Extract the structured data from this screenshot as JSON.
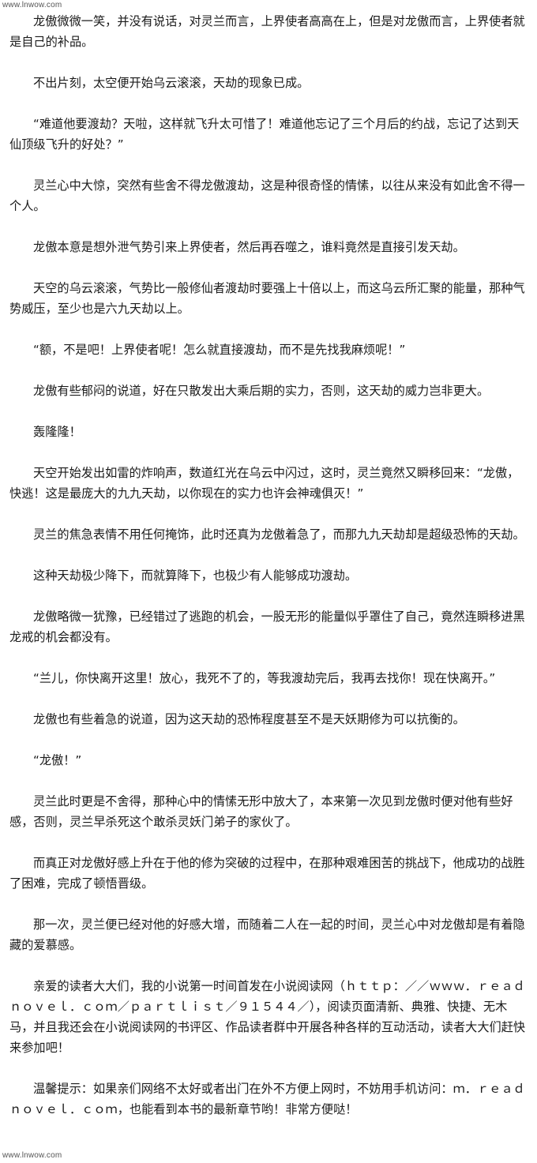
{
  "watermark": {
    "top": "www.lnwow.com",
    "bottom": "www.lnwow.com"
  },
  "paragraphs": [
    "龙傲微微一笑，并没有说话，对灵兰而言，上界使者高高在上，但是对龙傲而言，上界使者就是自己的补品。",
    "不出片刻，太空便开始乌云滚滚，天劫的现象已成。",
    "“难道他要渡劫？天啦，这样就飞升太可惜了！难道他忘记了三个月后的约战，忘记了达到天仙顶级飞升的好处？”",
    "灵兰心中大惊，突然有些舍不得龙傲渡劫，这是种很奇怪的情愫，以往从来没有如此舍不得一个人。",
    "龙傲本意是想外泄气势引来上界使者，然后再吞噬之，谁料竟然是直接引发天劫。",
    "天空的乌云滚滚，气势比一般修仙者渡劫时要强上十倍以上，而这乌云所汇聚的能量，那种气势威压，至少也是六九天劫以上。",
    "“额，不是吧！上界使者呢！怎么就直接渡劫，而不是先找我麻烦呢！”",
    "龙傲有些郁闷的说道，好在只散发出大乘后期的实力，否则，这天劫的威力岂非更大。",
    "轰隆隆！",
    "天空开始发出如雷的炸响声，数道红光在乌云中闪过，这时，灵兰竟然又瞬移回来：“龙傲，快逃！这是最庞大的九九天劫，以你现在的实力也许会神魂俱灭！”",
    "灵兰的焦急表情不用任何掩饰，此时还真为龙傲着急了，而那九九天劫却是超级恐怖的天劫。",
    "这种天劫极少降下，而就算降下，也极少有人能够成功渡劫。",
    "龙傲略微一犹豫，已经错过了逃跑的机会，一股无形的能量似乎罩住了自己，竟然连瞬移进黑龙戒的机会都没有。",
    "“兰儿，你快离开这里！放心，我死不了的，等我渡劫完后，我再去找你！现在快离开。”",
    "龙傲也有些着急的说道，因为这天劫的恐怖程度甚至不是天妖期修为可以抗衡的。",
    "“龙傲！”",
    "灵兰此时更是不舍得，那种心中的情愫无形中放大了，本来第一次见到龙傲时便对他有些好感，否则，灵兰早杀死这个敢杀灵妖门弟子的家伙了。",
    "而真正对龙傲好感上升在于他的修为突破的过程中，在那种艰难困苦的挑战下，他成功的战胜了困难，完成了顿悟晋级。",
    "那一次，灵兰便已经对他的好感大增，而随着二人在一起的时间，灵兰心中对龙傲却是有着隐藏的爱慕感。",
    "亲爱的读者大大们，我的小说第一时间首发在小说阅读网（ｈｔｔｐ：／／ｗｗｗ．ｒｅａｄｎｏｖｅｌ．ｃｏｍ／ｐａｒｔｌｉｓｔ／９１５４４／），阅读页面清新、典雅、快捷、无木马，并且我还会在小说阅读网的书评区、作品读者群中开展各种各样的互动活动，读者大大们赶快来参加吧！",
    "温馨提示：如果亲们网络不太好或者出门在外不方便上网时，不妨用手机访问：ｍ．ｒｅａｄｎｏｖｅｌ．ｃｏｍ，也能看到本书的最新章节哟！非常方便哒！"
  ]
}
